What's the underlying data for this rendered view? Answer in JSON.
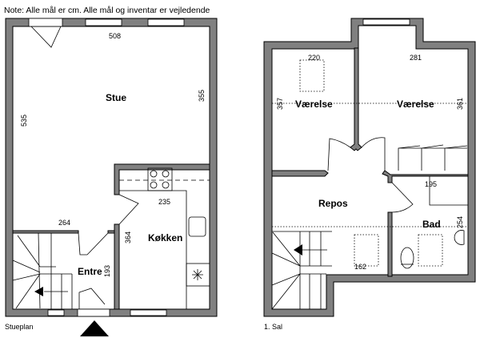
{
  "note": "Note: Alle mål er cm. Alle mål og inventar er vejledende",
  "ground_floor": {
    "caption": "Stueplan",
    "rooms": {
      "stue": "Stue",
      "kokken": "Køkken",
      "entre": "Entre"
    },
    "dimensions": {
      "stue_width": "508",
      "stue_left": "535",
      "stue_right": "355",
      "stue_bottom": "264",
      "kokken_width": "235",
      "kokken_height": "364",
      "entre_height": "193"
    }
  },
  "first_floor": {
    "caption": "1. Sal",
    "rooms": {
      "vaerelse_left": "Værelse",
      "vaerelse_right": "Værelse",
      "repos": "Repos",
      "bad": "Bad"
    },
    "dimensions": {
      "vaerelse_left_width": "220",
      "vaerelse_left_height": "357",
      "vaerelse_right_width": "281",
      "vaerelse_right_height": "361",
      "bad_width": "195",
      "bad_height": "254",
      "repos_width": "162"
    }
  }
}
